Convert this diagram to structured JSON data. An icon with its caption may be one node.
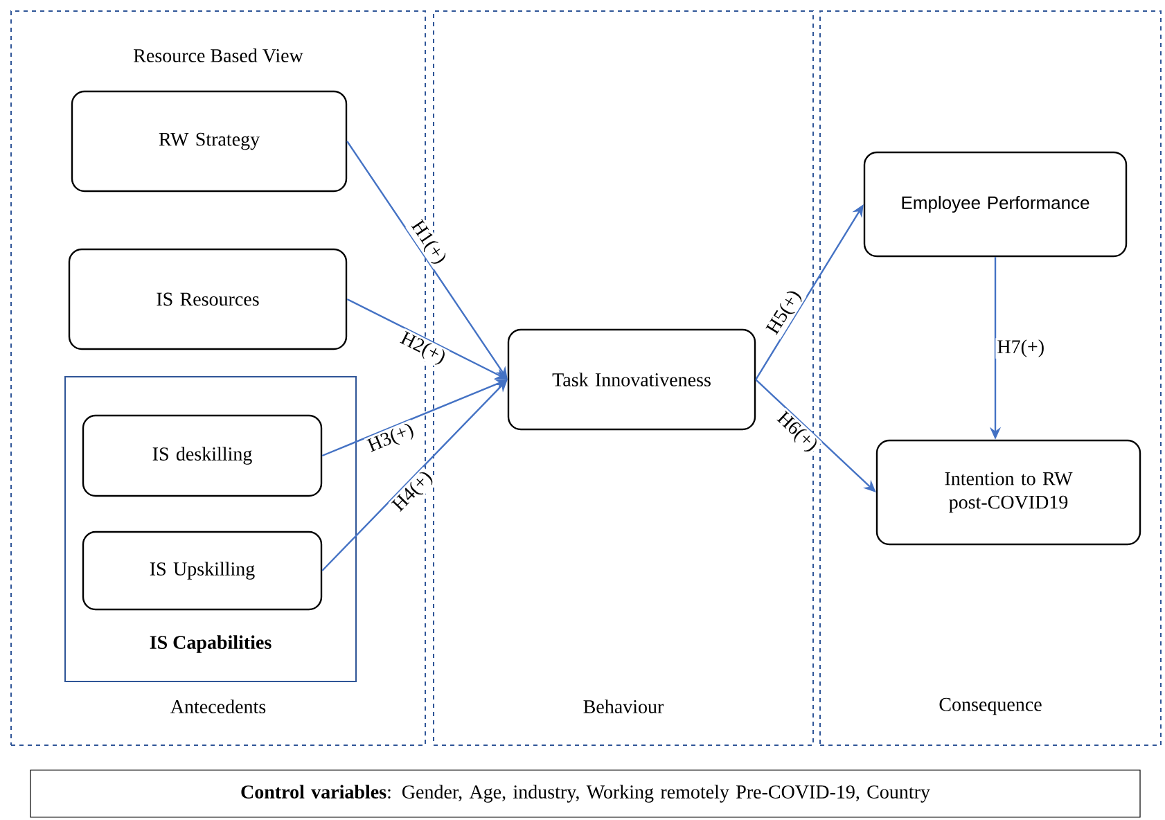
{
  "diagram": {
    "nodes": [
      {
        "text": [
          "Resource Based View",
          "Antecedents"
        ]
      },
      {
        "text": [
          "Behaviour"
        ]
      },
      {
        "text": [
          "Consequence"
        ]
      },
      {
        "text": [
          "RW Strategy"
        ],
        "in": 0
      },
      {
        "text": [
          "IS Resources"
        ],
        "in": 0
      },
      {
        "text": [
          "IS Capabilities"
        ],
        "in": 0
      },
      {
        "text": [
          "IS deskilling"
        ],
        "in": 5
      },
      {
        "text": [
          "IS Upskilling"
        ],
        "in": 5
      },
      {
        "text": [
          "Task Innovativeness"
        ],
        "in": 1
      },
      {
        "text": [
          "Employee Performance"
        ],
        "in": 2
      },
      {
        "text": [
          "Intention to RW post-COVID19"
        ],
        "in": 2
      },
      {
        "text": [
          "**Control variables**: Gender, Age, industry, Working remotely Pre-COVID-19, Country"
        ]
      }
    ],
    "edges": [
      {
        "from": 3,
        "to": 8,
        "arrow": "to",
        "label": "H1(+)"
      },
      {
        "from": 4,
        "to": 8,
        "arrow": "to",
        "label": "H2(+)"
      },
      {
        "from": 6,
        "to": 8,
        "arrow": "to",
        "label": "H3(+)"
      },
      {
        "from": 7,
        "to": 8,
        "arrow": "to",
        "label": "H4(+)"
      },
      {
        "from": 8,
        "to": 9,
        "arrow": "to",
        "label": "H5(+)"
      },
      {
        "from": 8,
        "to": 10,
        "arrow": "to",
        "label": "H6(+)"
      },
      {
        "from": 9,
        "to": 10,
        "arrow": "to",
        "label": "H7(+)"
      }
    ]
  }
}
